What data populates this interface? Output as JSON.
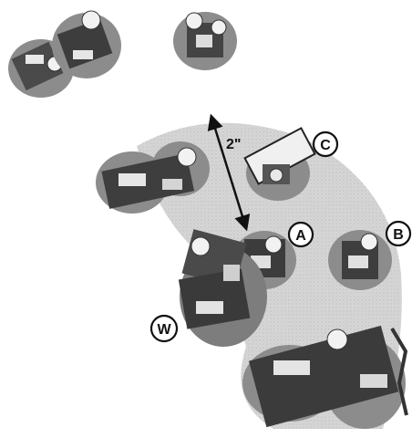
{
  "figure": {
    "colors": {
      "zone": "#d9d9d9",
      "base": "#8c8c8c",
      "detail": "#3a3a3a",
      "light": "#f2f2f2",
      "ink": "#111111"
    },
    "measurement": {
      "label": "2\""
    },
    "markers": {
      "a": "A",
      "b": "B",
      "c": "C",
      "w": "W"
    }
  }
}
